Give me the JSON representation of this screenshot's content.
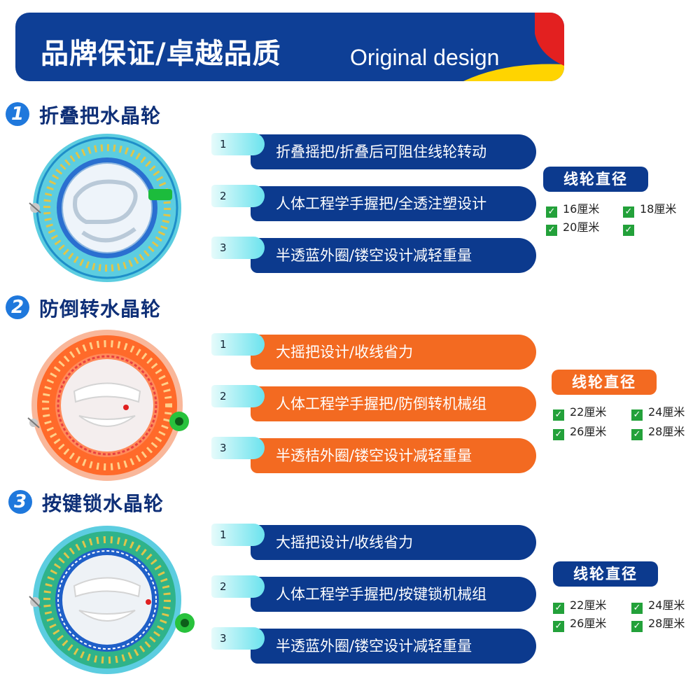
{
  "banner": {
    "title_cn": "品牌保证/卓越品质",
    "title_en": "Original design",
    "bg_color": "#0e3f96",
    "accent_red": "#e32020",
    "accent_yellow": "#ffd400"
  },
  "sections": [
    {
      "number": "1",
      "name": "折叠把水晶轮",
      "theme": "blue",
      "features": [
        {
          "num": "1",
          "text": "折叠摇把/折叠后可阻住线轮转动"
        },
        {
          "num": "2",
          "text": "人体工程学手握把/全透注塑设计"
        },
        {
          "num": "3",
          "text": "半透蓝外圈/镂空设计减轻重量"
        }
      ],
      "diameter": {
        "label": "线轮直径",
        "sizes": [
          "16厘米",
          "18厘米",
          "20厘米",
          ""
        ]
      }
    },
    {
      "number": "2",
      "name": "防倒转水晶轮",
      "theme": "orange",
      "features": [
        {
          "num": "1",
          "text": "大摇把设计/收线省力"
        },
        {
          "num": "2",
          "text": "人体工程学手握把/防倒转机械组"
        },
        {
          "num": "3",
          "text": "半透桔外圈/镂空设计减轻重量"
        }
      ],
      "diameter": {
        "label": "线轮直径",
        "sizes": [
          "22厘米",
          "24厘米",
          "26厘米",
          "28厘米"
        ]
      }
    },
    {
      "number": "3",
      "name": "按键锁水晶轮",
      "theme": "blue",
      "features": [
        {
          "num": "1",
          "text": "大摇把设计/收线省力"
        },
        {
          "num": "2",
          "text": "人体工程学手握把/按键锁机械组"
        },
        {
          "num": "3",
          "text": "半透蓝外圈/镂空设计减轻重量"
        }
      ],
      "diameter": {
        "label": "线轮直径",
        "sizes": [
          "22厘米",
          "24厘米",
          "26厘米",
          "28厘米"
        ]
      }
    }
  ],
  "colors": {
    "navy": "#0c3a8e",
    "orange": "#f36a21",
    "check_green": "#23a13a",
    "tab_cyan": "#6be3ee"
  },
  "icons": {
    "check": "check-icon"
  }
}
